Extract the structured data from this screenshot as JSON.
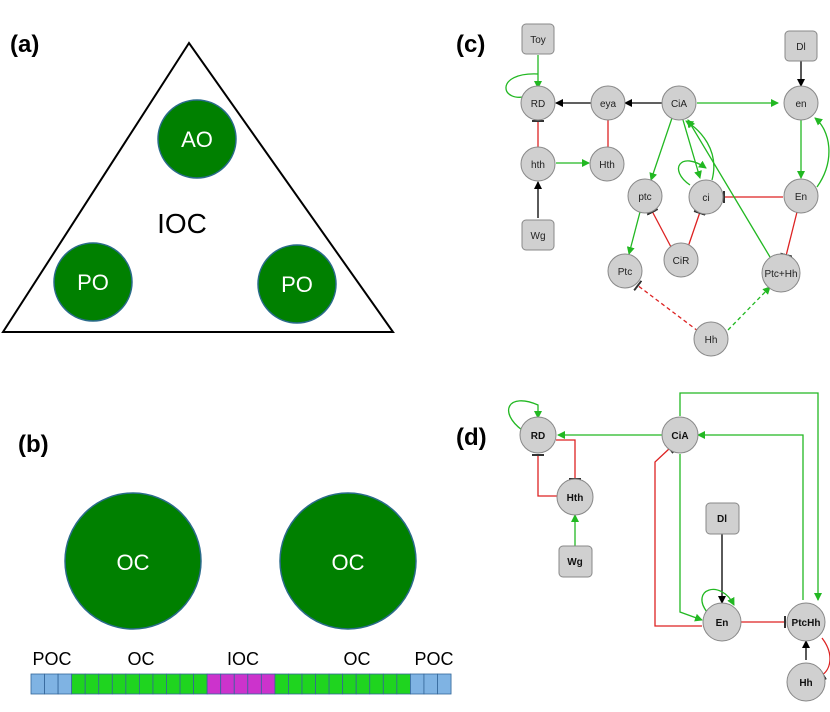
{
  "panels": {
    "a": "(a)",
    "b": "(b)",
    "c": "(c)",
    "d": "(d)"
  },
  "panel_a": {
    "center": "IOC",
    "top_node": "AO",
    "left_node": "PO",
    "right_node": "PO"
  },
  "panel_b": {
    "circle_left": "OC",
    "circle_right": "OC",
    "bar_labels": [
      "POC",
      "OC",
      "IOC",
      "OC",
      "POC"
    ],
    "cells": [
      "b",
      "b",
      "b",
      "g",
      "g",
      "g",
      "g",
      "g",
      "g",
      "g",
      "g",
      "g",
      "g",
      "m",
      "m",
      "m",
      "m",
      "m",
      "g",
      "g",
      "g",
      "g",
      "g",
      "g",
      "g",
      "g",
      "g",
      "g",
      "b",
      "b",
      "b"
    ],
    "colors": {
      "blue": "#7fb3e3",
      "green": "#1fd41f",
      "magenta": "#cc33cc"
    }
  },
  "panel_c": {
    "nodes": {
      "toy": "Toy",
      "dl": "Dl",
      "rd": "RD",
      "eya": "eya",
      "cia": "CiA",
      "en_gene": "en",
      "hth_gene": "hth",
      "hth_prot": "Hth",
      "ptc_gene": "ptc",
      "ci": "ci",
      "en_prot": "En",
      "wg": "Wg",
      "cir": "CiR",
      "ptc_prot": "Ptc",
      "ptc_hh": "Ptc+Hh",
      "hh": "Hh"
    }
  },
  "panel_d": {
    "nodes": {
      "rd": "RD",
      "cia": "CiA",
      "hth": "Hth",
      "dl": "Dl",
      "wg": "Wg",
      "en": "En",
      "ptchh": "PtcHh",
      "hh": "Hh"
    }
  },
  "colors": {
    "dark_green": "#008000",
    "activation": "#22b822",
    "inhibition": "#dd2222",
    "node_fill": "#d0d0d0"
  }
}
